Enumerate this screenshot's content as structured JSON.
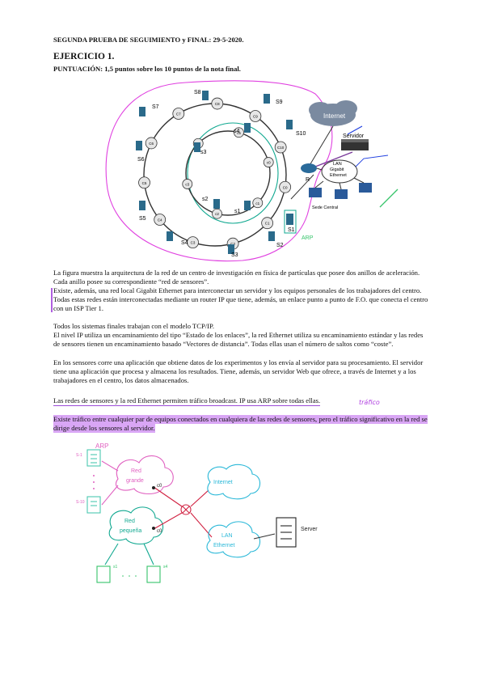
{
  "header": {
    "exam_title": "SEGUNDA PRUEBA DE SEGUIMIENTO y FINAL: 29-5-2020.",
    "exercise": "EJERCICIO 1.",
    "score": "PUNTUACIÓN: 1,5 puntos sobre los 10 puntos de la nota final."
  },
  "figure": {
    "big_ring_nodes": [
      "C0",
      "C1",
      "C2",
      "C3",
      "C4",
      "C5",
      "C6",
      "C7",
      "C8",
      "C9",
      "C10"
    ],
    "small_ring_nodes": [
      "c0",
      "c1",
      "c2",
      "c3",
      "c4",
      "c5"
    ],
    "big_sensors": [
      "S1",
      "S2",
      "S3",
      "S4",
      "S5",
      "S6",
      "S7",
      "S8",
      "S9",
      "S10"
    ],
    "small_sensors": [
      "s1",
      "s2",
      "s3",
      "s4"
    ],
    "internet": "Internet",
    "server": "Servidor",
    "router": "R",
    "lan": [
      "LAN",
      "Gigabit",
      "Ethernet"
    ],
    "sede": "Sede Central",
    "arp_note": "ARP"
  },
  "paragraphs": {
    "p1_l1": "La figura muestra la arquitectura de la red de un centro de investigación en física de partículas que posee dos anillos de aceleración.",
    "p1_l2": "Cada anillo posee su correspondiente “red de sensores”.",
    "p1_l3": "Existe, además, una red local Gigabit Ethernet para interconectar un servidor y los equipos personales de los trabajadores del centro.",
    "p1_l4": "Todas estas redes están interconectadas mediante un router IP que tiene, además, un enlace punto a punto de F.O. que conecta el centro",
    "p1_l5": "con un ISP Tier 1.",
    "p2_l1": "Todos los sistemas finales trabajan con el modelo TCP/IP.",
    "p2_l2": "El nivel IP utiliza un encaminamiento del tipo “Estado de los enlaces”, la red Ethernet utiliza su encaminamiento estándar y las redes",
    "p2_l3": "de sensores tienen un encaminamiento basado “Vectores de distancia”. Todas ellas usan el número de saltos como “coste”.",
    "p3_l1": "En los sensores corre una aplicación que obtiene datos de los experimentos y los envía al servidor para su procesamiento. El servidor",
    "p3_l2": "tiene una aplicación que procesa y almacena los resultados. Tiene, además, un servidor Web que ofrece, a través de Internet y a los",
    "p3_l3": "trabajadores en el centro,  los datos almacenados.",
    "p4": "Las redes de sensores y la red Ethernet permiten tráfico broadcast. IP usa ARP sobre todas ellas.",
    "p4_note": "tráfico",
    "p5_l1": "Existe tráfico entre cualquier par de equipos conectados en cualquiera de las redes de sensores, pero el tráfico significativo en la red se",
    "p5_l2": "dirige desde los sensores al servidor."
  },
  "sketch": {
    "arp": "ARP",
    "s1": "S-1",
    "s10": "S-10",
    "red_grande_1": "Red",
    "red_grande_2": "grande",
    "red_peq_1": "Red",
    "red_peq_2": "pequeña",
    "c0": "c0",
    "internet": "Internet",
    "lan_1": "LAN",
    "lan_2": "Ethernet",
    "server": "Server",
    "small_s1": "s1",
    "small_s4": "s4",
    "c10": "c0"
  },
  "colors": {
    "highlight": "#d9a6f5",
    "magenta": "#e040e0",
    "teal": "#10a890",
    "cyan": "#2ab8d8",
    "green": "#36c46a",
    "pink_hw": "#e060c0"
  }
}
